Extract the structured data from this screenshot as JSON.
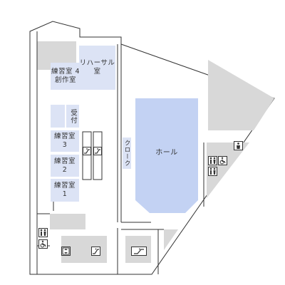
{
  "colors": {
    "room_blue": "#dce3f5",
    "hall_blue": "#c3d2f3",
    "gray_block": "#d8d8d8",
    "outline": "#333333"
  },
  "rooms": {
    "rehearsal": "リハーサル\n室",
    "practice4": "練習室 4\n創作室",
    "reception": "受付",
    "practice3": "練習室\n3",
    "practice2": "練習室\n2",
    "practice1": "練習室\n1",
    "cloak": "クローク",
    "hall": "ホール"
  },
  "icons": [
    "restroom-icon",
    "wheelchair-icon",
    "elevator-icon",
    "escalator-icon",
    "baby-care-icon",
    "multipurpose-restroom-icon"
  ]
}
